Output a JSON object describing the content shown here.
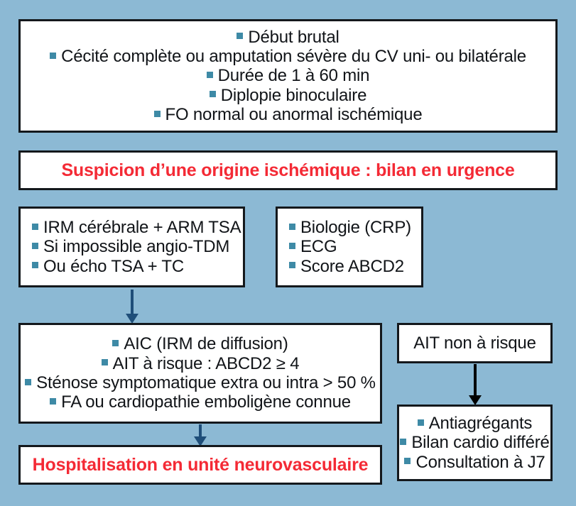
{
  "palette": {
    "background": "#8CB9D4",
    "box_fill": "#FFFFFF",
    "box_border": "#14181C",
    "bullet": "#3E8AA6",
    "alert_red": "#F42A35",
    "arrow_blue": "#1F4E79",
    "arrow_black": "#000000",
    "text": "#111418"
  },
  "boxes": {
    "symptoms": {
      "name": "clinical-signs-box",
      "lines": [
        "Début brutal",
        "Cécité complète ou amputation sévère du CV uni- ou bilatérale",
        "Durée de 1 à 60 min",
        "Diplopie binoculaire",
        "FO normal ou anormal ischémique"
      ]
    },
    "suspicion": {
      "name": "suspicion-alert-box",
      "text": "Suspicion d’une origine ischémique : bilan en urgence"
    },
    "imaging": {
      "name": "imaging-workup-box",
      "lines": [
        "IRM cérébrale + ARM TSA",
        "Si impossible angio-TDM",
        "Ou écho TSA + TC"
      ]
    },
    "workup": {
      "name": "biology-workup-box",
      "lines": [
        "Biologie (CRP)",
        "ECG",
        "Score ABCD2"
      ]
    },
    "highrisk": {
      "name": "high-risk-criteria-box",
      "lines": [
        "AIC (IRM de diffusion)",
        "AIT à risque : ABCD2 ≥ 4",
        "Sténose symptomatique extra ou intra > 50 %",
        "FA ou cardiopathie emboligène connue"
      ]
    },
    "lowrisk": {
      "name": "low-risk-tia-box",
      "text": "AIT non à risque"
    },
    "hospital": {
      "name": "hospitalisation-alert-box",
      "text": "Hospitalisation en unité neurovasculaire"
    },
    "treatment": {
      "name": "outpatient-treatment-box",
      "lines": [
        "Antiagrégants",
        "Bilan cardio différé",
        "Consultation à J7"
      ]
    }
  },
  "arrows": [
    {
      "name": "arrow-imaging-to-high-risk",
      "color": "#1F4E79",
      "direction": "down"
    },
    {
      "name": "arrow-high-risk-to-hospitalisation",
      "color": "#1F4E79",
      "direction": "down"
    },
    {
      "name": "arrow-low-risk-to-treatment",
      "color": "#000000",
      "direction": "down"
    }
  ]
}
